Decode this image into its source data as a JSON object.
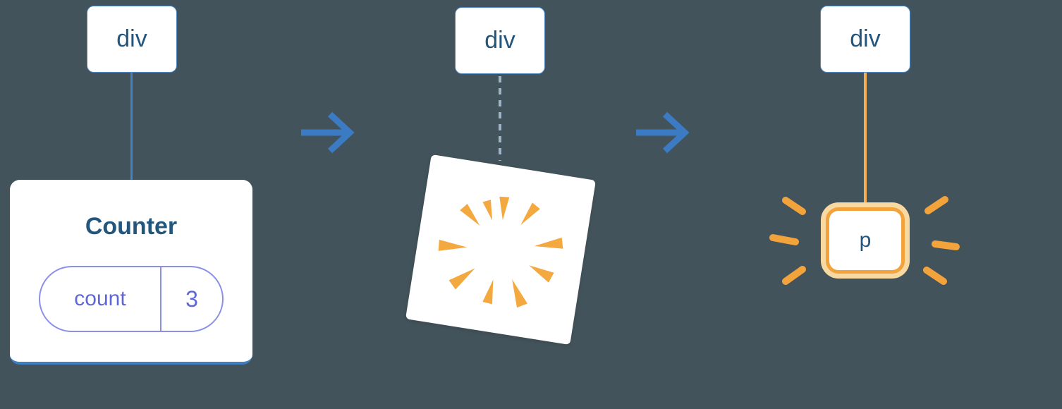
{
  "diagram": {
    "description": "react-tree-state-reset-diagram",
    "background_color": "#43535B"
  },
  "palette": {
    "card_background": "#FFFFFF",
    "label_text": "#23567D",
    "node_border_blue": "#4E88C4",
    "tree_line_blue": "#4083C4",
    "tree_line_dashed": "#9DB4C6",
    "tree_line_orange": "#F5AE55",
    "arrow_blue": "#3B7BC4",
    "state_pill_border": "#8B8FE8",
    "state_pill_text": "#5E67D5",
    "highlight_orange": "#F2A33C",
    "highlight_orange_light": "#F9D9A2"
  },
  "stage_before": {
    "node_label": "div",
    "component_title": "Counter",
    "state_key": "count",
    "state_value": "3"
  },
  "arrow_1": {
    "direction": "right"
  },
  "stage_poof": {
    "node_label": "div",
    "effect": "poof-burst"
  },
  "arrow_2": {
    "direction": "right"
  },
  "stage_after": {
    "node_label": "div",
    "element_label": "p"
  }
}
